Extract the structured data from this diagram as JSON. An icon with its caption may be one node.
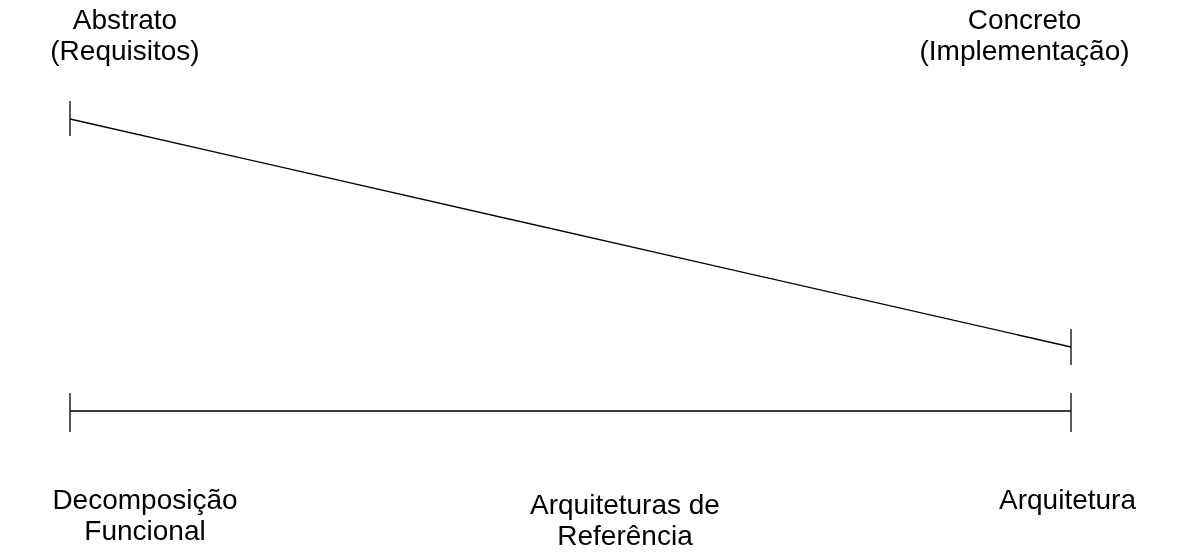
{
  "diagram": {
    "labels": [
      "Abstrato (Requisitos)",
      "Concreto (Implementação)",
      "Decomposição Funcional",
      "Arquiteturas de Referência",
      "Arquitetura"
    ]
  }
}
